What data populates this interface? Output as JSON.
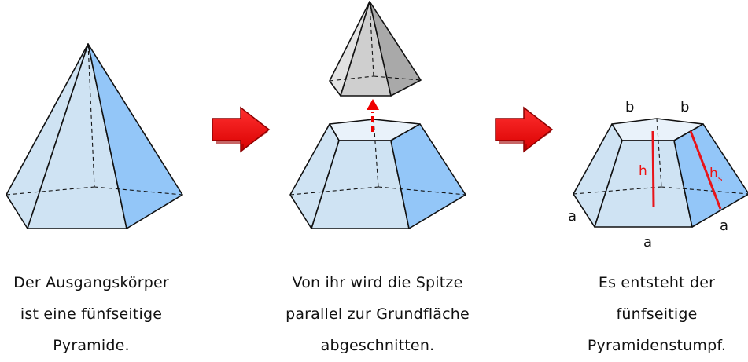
{
  "captions": {
    "step1": [
      "Der Ausgangskörper",
      "ist eine fünfseitige",
      "Pyramide."
    ],
    "step2": [
      "Von ihr wird die Spitze",
      "parallel zur Grundfläche",
      "abgeschnitten."
    ],
    "step3": [
      "Es entsteht der",
      "fünfseitige",
      "Pyramidenstumpf."
    ]
  },
  "frustum_labels": {
    "b_left": "b",
    "b_right": "b",
    "a_left": "a",
    "a_bottom": "a",
    "a_right": "a",
    "height": "h",
    "slant_height": "h",
    "slant_height_sub": "s"
  },
  "colors": {
    "face_light": "#cfe3f3",
    "face_blue": "#93c6f8",
    "face_grey_light": "#e2e2e2",
    "face_grey_mid": "#cfcfcf",
    "face_grey_dark": "#a9a9a9",
    "arrow_red": "#ef0000",
    "arrow_dark": "#b80000",
    "height_line": "#e8141a"
  }
}
